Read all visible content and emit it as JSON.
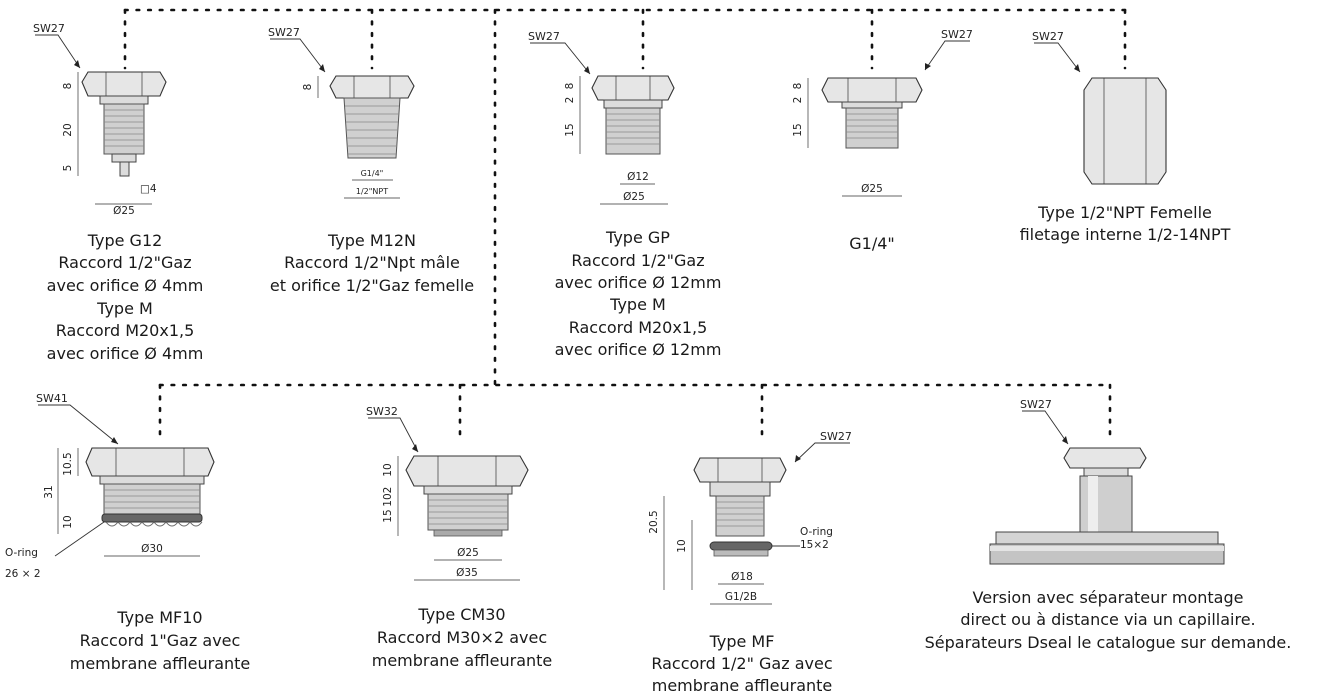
{
  "fittings": [
    {
      "id": "g12",
      "wrench": "SW27",
      "dims": {
        "hex": "8",
        "thread": "20",
        "tip": "5",
        "dia": "Ø25",
        "bore": "□4"
      },
      "caption": [
        "Type G12",
        "Raccord 1/2\"Gaz",
        "avec orifice Ø 4mm",
        "Type M",
        "Raccord M20x1,5",
        "avec orifice Ø 4mm"
      ]
    },
    {
      "id": "m12n",
      "wrench": "SW27",
      "dims": {
        "hex": "8",
        "inner": "G1/4\"",
        "outer": "1/2\"NPT"
      },
      "caption": [
        "Type M12N",
        "Raccord 1/2\"Npt mâle",
        "et orifice 1/2\"Gaz femelle"
      ]
    },
    {
      "id": "gp",
      "wrench": "SW27",
      "dims": {
        "a": "2",
        "b": "8",
        "thread": "15",
        "inner": "Ø12",
        "dia": "Ø25"
      },
      "caption": [
        "Type GP",
        "Raccord 1/2\"Gaz",
        "avec orifice Ø 12mm",
        "Type M",
        "Raccord M20x1,5",
        "avec orifice Ø 12mm"
      ]
    },
    {
      "id": "g14",
      "wrench": "SW27",
      "dims": {
        "a": "2",
        "b": "8",
        "thread": "15",
        "dia": "Ø25"
      },
      "caption": [
        "G1/4\""
      ]
    },
    {
      "id": "npt-female",
      "wrench": "SW27",
      "caption": [
        "Type 1/2\"NPT Femelle",
        "filetage interne 1/2-14NPT"
      ]
    },
    {
      "id": "mf10",
      "wrench": "SW41",
      "dims": {
        "hex": "10.5",
        "total": "31",
        "thread": "10",
        "dia": "Ø30"
      },
      "oring": [
        "O-ring",
        "26 × 2"
      ],
      "caption": [
        "Type MF10",
        "Raccord 1\"Gaz avec",
        "membrane affleurante"
      ]
    },
    {
      "id": "cm30",
      "wrench": "SW32",
      "dims": {
        "a": "10",
        "b": "2",
        "c": "10",
        "thread": "15",
        "inner": "Ø25",
        "dia": "Ø35"
      },
      "caption": [
        "Type CM30",
        "Raccord M30×2 avec",
        "membrane affleurante"
      ]
    },
    {
      "id": "mf",
      "wrench": "SW27",
      "dims": {
        "total": "20.5",
        "thread": "10",
        "inner": "Ø18",
        "dia": "G1/2B"
      },
      "oring": [
        "O-ring",
        "15×2"
      ],
      "caption": [
        "Type MF",
        "Raccord 1/2\" Gaz avec",
        "membrane affleurante"
      ]
    },
    {
      "id": "separator",
      "wrench": "SW27",
      "caption": [
        "Version avec séparateur montage",
        "direct ou à distance via un capillaire.",
        "Séparateurs Dseal le catalogue sur demande."
      ]
    }
  ]
}
